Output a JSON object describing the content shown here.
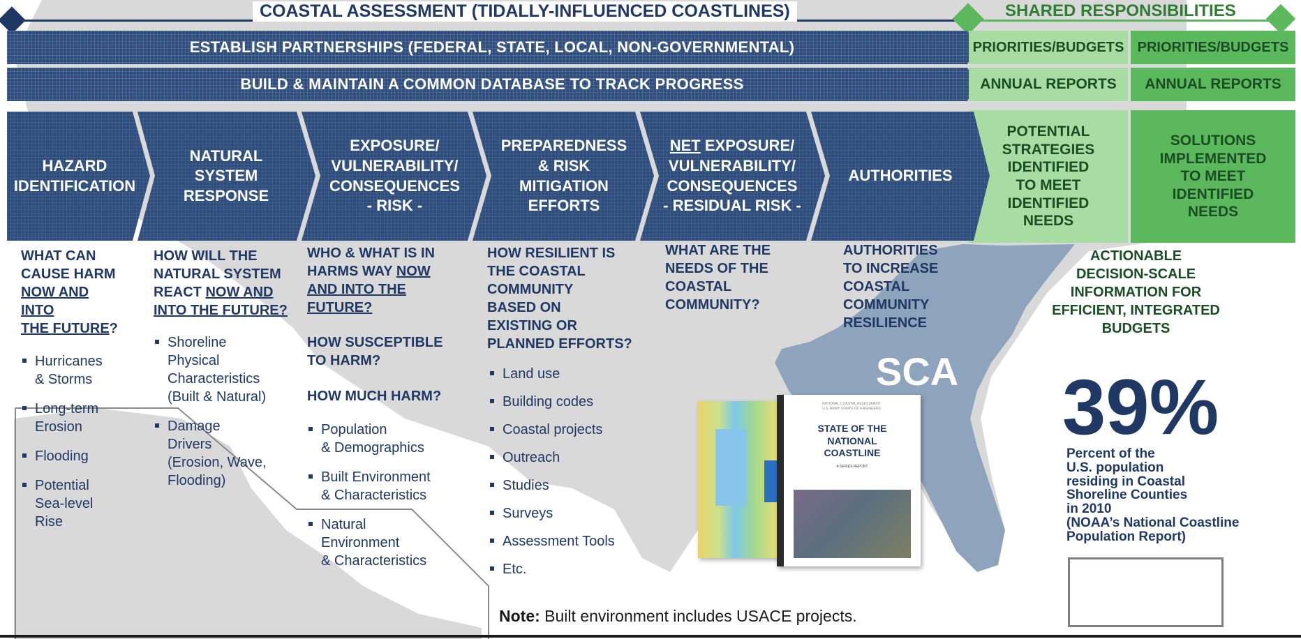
{
  "colors": {
    "navy": "#1f3864",
    "band_blue": "#2e4d7c",
    "green_light": "#a9dca3",
    "green_dark": "#5cb85c",
    "green_text": "#1b4d24",
    "map_gray": "#d9d9d9",
    "sca_blue": "#8ea3bc"
  },
  "header": {
    "coastal_title": "COASTAL ASSESSMENT (TIDALLY-INFLUENCED COASTLINES)",
    "shared_title": "SHARED RESPONSIBILITIES"
  },
  "bands": {
    "partnerships": "ESTABLISH PARTNERSHIPS (FEDERAL, STATE, LOCAL, NON-GOVERNMENTAL)",
    "database": "BUILD & MAINTAIN A COMMON DATABASE TO TRACK PROGRESS"
  },
  "green_boxes": {
    "priorities_1": "PRIORITIES/BUDGETS",
    "priorities_2": "PRIORITIES/BUDGETS",
    "annual_1": "ANNUAL REPORTS",
    "annual_2": "ANNUAL REPORTS",
    "strategies": "POTENTIAL\nSTRATEGIES\nIDENTIFIED\nTO MEET\nIDENTIFIED\nNEEDS",
    "solutions": "SOLUTIONS\nIMPLEMENTED\nTO MEET\nIDENTIFIED\nNEEDS"
  },
  "steps": [
    {
      "label": "HAZARD\nIDENTIFICATION"
    },
    {
      "label": "NATURAL\nSYSTEM\nRESPONSE"
    },
    {
      "label": "EXPOSURE/\nVULNERABILITY/\nCONSEQUENCES\n- RISK -"
    },
    {
      "label": "PREPAREDNESS\n& RISK\nMITIGATION\nEFFORTS"
    },
    {
      "label_prefix": "NET",
      "label_rest": " EXPOSURE/\nVULNERABILITY/\nCONSEQUENCES\n- RESIDUAL RISK -"
    },
    {
      "label": "AUTHORITIES"
    }
  ],
  "columns": {
    "hazard": {
      "q_a": "WHAT CAN\nCAUSE HARM\n",
      "q_u": "NOW AND\nINTO\nTHE FUTURE",
      "q_b": "?",
      "bullets": [
        "Hurricanes\n& Storms",
        "Long-term\nErosion",
        "Flooding",
        "Potential\nSea-level\nRise"
      ]
    },
    "natural": {
      "q_a": "HOW WILL THE\nNATURAL SYSTEM\nREACT ",
      "q_u": "NOW AND\nINTO THE FUTURE?",
      "bullets": [
        "Shoreline\nPhysical\nCharacteristics\n(Built & Natural)",
        "Damage\nDrivers\n(Erosion, Wave,\nFlooding)"
      ]
    },
    "exposure": {
      "q_a": "WHO & WHAT IS IN\nHARMS WAY ",
      "q_u": "NOW\nAND INTO THE\nFUTURE?",
      "q2": "HOW SUSCEPTIBLE\nTO HARM?",
      "q3": "HOW MUCH HARM?",
      "bullets": [
        "Population\n& Demographics",
        "Built Environment\n& Characteristics",
        "Natural\nEnvironment\n& Characteristics"
      ]
    },
    "preparedness": {
      "q": "HOW RESILIENT IS\nTHE COASTAL\nCOMMUNITY\nBASED ON\nEXISTING OR\nPLANNED EFFORTS?",
      "bullets": [
        "Land use",
        "Building codes",
        "Coastal projects",
        "Outreach",
        "Studies",
        "Surveys",
        "Assessment Tools",
        "Etc."
      ]
    },
    "net": {
      "q": "WHAT ARE THE\nNEEDS OF THE\nCOASTAL\nCOMMUNITY?"
    },
    "authorities": {
      "q": "AUTHORITIES\nTO INCREASE\nCOASTAL\nCOMMUNITY\nRESILIENCE"
    },
    "actionable": {
      "q": "ACTIONABLE\nDECISION-SCALE\nINFORMATION FOR\nEFFICIENT, INTEGRATED\nBUDGETS"
    }
  },
  "map": {
    "sca_label": "SCA"
  },
  "report": {
    "head": "NATIONAL COASTAL ASSESSMENT\nU.S. ARMY CORPS OF ENGINEERS",
    "title": "STATE OF THE\nNATIONAL\nCOASTLINE",
    "subtitle": "A SERIES REPORT"
  },
  "stat": {
    "value": "39%",
    "description": "Percent of the\nU.S. population\nresiding in Coastal\nShoreline Counties\nin 2010\n(NOAA’s National Coastline\nPopulation Report)"
  },
  "note": {
    "label": "Note:",
    "text": " Built environment includes USACE projects."
  }
}
